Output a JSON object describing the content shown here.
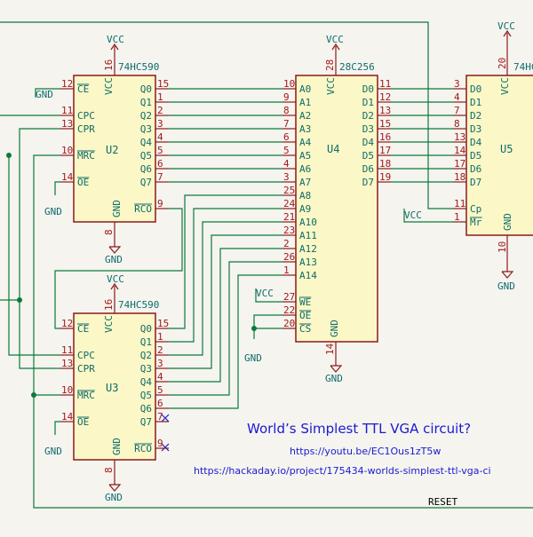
{
  "chips": {
    "u2": {
      "ref": "U2",
      "part": "74HC590",
      "vcc": "VCC",
      "gnd": "GND",
      "vcc_pin": "16",
      "gnd_pin": "8"
    },
    "u3": {
      "ref": "U3",
      "part": "74HC590",
      "vcc": "VCC",
      "gnd": "GND",
      "vcc_pin": "16",
      "gnd_pin": "8"
    },
    "u4": {
      "ref": "U4",
      "part": "28C256",
      "vcc": "VCC",
      "gnd": "GND",
      "vcc_pin": "28",
      "gnd_pin": "14"
    },
    "u5": {
      "ref": "U5",
      "part": "74HC",
      "vcc": "VCC",
      "gnd": "GND",
      "vcc_pin": "20",
      "gnd_pin": "10"
    }
  },
  "counter_left": {
    "labels": [
      "CE",
      "CPC",
      "CPR",
      "MRC",
      "OE"
    ],
    "pins": [
      "12",
      "11",
      "13",
      "10",
      "14"
    ]
  },
  "counter_right": {
    "labels": [
      "Q0",
      "Q1",
      "Q2",
      "Q3",
      "Q4",
      "Q5",
      "Q6",
      "Q7",
      "RCO"
    ],
    "pins": [
      "15",
      "1",
      "2",
      "3",
      "4",
      "5",
      "6",
      "7",
      "9"
    ]
  },
  "eeprom_left": {
    "labels": [
      "A0",
      "A1",
      "A2",
      "A3",
      "A4",
      "A5",
      "A6",
      "A7",
      "A8",
      "A9",
      "A10",
      "A11",
      "A12",
      "A13",
      "A14"
    ],
    "pins": [
      "10",
      "9",
      "8",
      "7",
      "6",
      "5",
      "4",
      "3",
      "25",
      "24",
      "21",
      "23",
      "2",
      "26",
      "1"
    ]
  },
  "eeprom_ctrl": {
    "labels": [
      "WE",
      "OE",
      "CS"
    ],
    "pins": [
      "27",
      "22",
      "20"
    ]
  },
  "eeprom_right": {
    "labels": [
      "D0",
      "D1",
      "D2",
      "D3",
      "D4",
      "D5",
      "D6",
      "D7"
    ],
    "pins": [
      "11",
      "12",
      "13",
      "15",
      "16",
      "17",
      "18",
      "19"
    ]
  },
  "latch_left": {
    "labels": [
      "D0",
      "D1",
      "D2",
      "D3",
      "D4",
      "D5",
      "D6",
      "D7",
      "Cp",
      "Mr"
    ],
    "pins": [
      "3",
      "4",
      "7",
      "8",
      "13",
      "14",
      "17",
      "18",
      "11",
      "1"
    ]
  },
  "texts": {
    "title": "World’s Simplest TTL VGA circuit?",
    "youtube": "https://youtu.be/EC1Ous1zT5w",
    "hackaday": "https://hackaday.io/project/175434-worlds-simplest-ttl-vga-ci",
    "reset": "RESET",
    "vcc": "VCC",
    "gnd": "GND"
  },
  "colors": {
    "wire": "#0a7a3a",
    "body": "#fbf7c6",
    "outline": "#8b1a1a",
    "label": "#0e6c6c",
    "note": "#1a1ad0"
  }
}
